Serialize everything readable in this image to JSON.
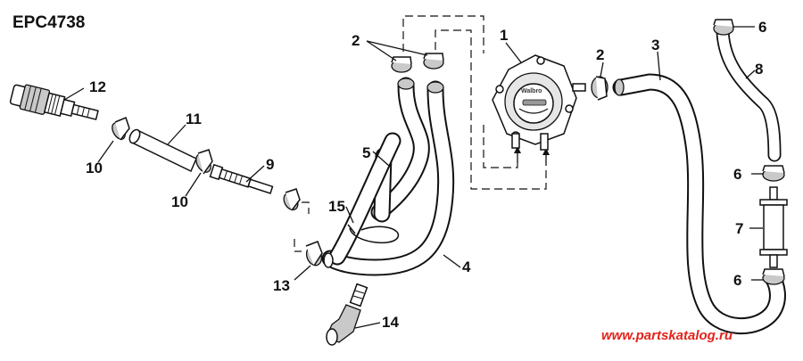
{
  "diagram_code": "EPC4738",
  "watermark": "www.partskatalog.ru",
  "pump_brand": "Walbro",
  "callouts": {
    "c1": "1",
    "c2a": "2",
    "c2b": "2",
    "c3": "3",
    "c4": "4",
    "c5": "5",
    "c6a": "6",
    "c6b": "6",
    "c6c": "6",
    "c7": "7",
    "c8": "8",
    "c9": "9",
    "c10a": "10",
    "c10b": "10",
    "c11": "11",
    "c12": "12",
    "c13": "13",
    "c14": "14",
    "c15": "15"
  }
}
